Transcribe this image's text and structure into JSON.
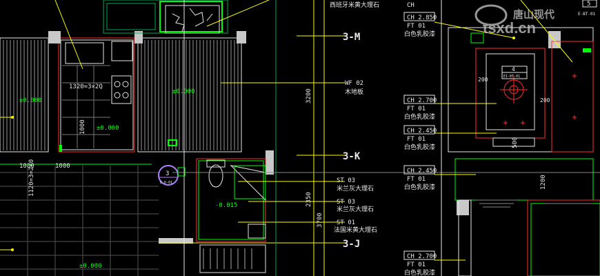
{
  "title": "CAD Interior Floor Plan",
  "watermark": {
    "brand": "唐山现代",
    "site": "tsxd.cn"
  },
  "axis_labels": [
    "3-M",
    "3-K",
    "3-J"
  ],
  "detail_marker": {
    "number": "3",
    "sheet": "E-D-01"
  },
  "ceiling_marker": {
    "number": "4",
    "sheet": "EI-BT-01"
  },
  "dims": {
    "d_3200": "3200",
    "d_2350": "2350",
    "d_3700": "3700",
    "d_1000a": "1000",
    "d_1000b": "1000",
    "d_1000c": "1000",
    "d_1120": "1120=3=2×0",
    "d_200a": "200",
    "d_200b": "200",
    "d_500": "500",
    "d_1200": "1200",
    "kitchen_grid": "1320=3×2Q"
  },
  "levels": {
    "l1": "±0.000",
    "l2": "±0.000",
    "l3": "±0.000",
    "l4": "-0.015",
    "l5": "±0.000"
  },
  "left_notes": [
    {
      "code": "WF 02",
      "name": "木地板"
    },
    {
      "code": "ST 03",
      "name": "米兰灰大理石"
    },
    {
      "code": "ST 03",
      "name": "米兰灰大理石"
    },
    {
      "code": "ST 01",
      "name": "法国米黄大理石"
    }
  ],
  "top_note": "西班牙米黄大理石",
  "ceiling_notes": [
    {
      "ch": "CH 2.850",
      "ft": "FT 01",
      "name": "白色乳胶漆"
    },
    {
      "ch": "CH 2.700",
      "ft": "FT 01",
      "name": "白色乳胶漆"
    },
    {
      "ch": "CH 2.450",
      "ft": "FT 01",
      "name": "白色乳胶漆"
    },
    {
      "ch": "CH 2.450",
      "ft": "FT 01",
      "name": "白色乳胶漆"
    },
    {
      "ch": "CH 2.700",
      "ft": "FT 01",
      "name": "白色乳胶漆"
    }
  ],
  "top_partial": "CH",
  "corner_num": "5",
  "sheet_code": "E-BT-01",
  "colors": {
    "cyan": "#00c8ff",
    "yellow": "#ffff00",
    "green": "#00ff00",
    "white": "#e8e8e8",
    "red": "#ff2b2b",
    "grey": "#7f7f7f",
    "magenta": "#d080ff"
  }
}
